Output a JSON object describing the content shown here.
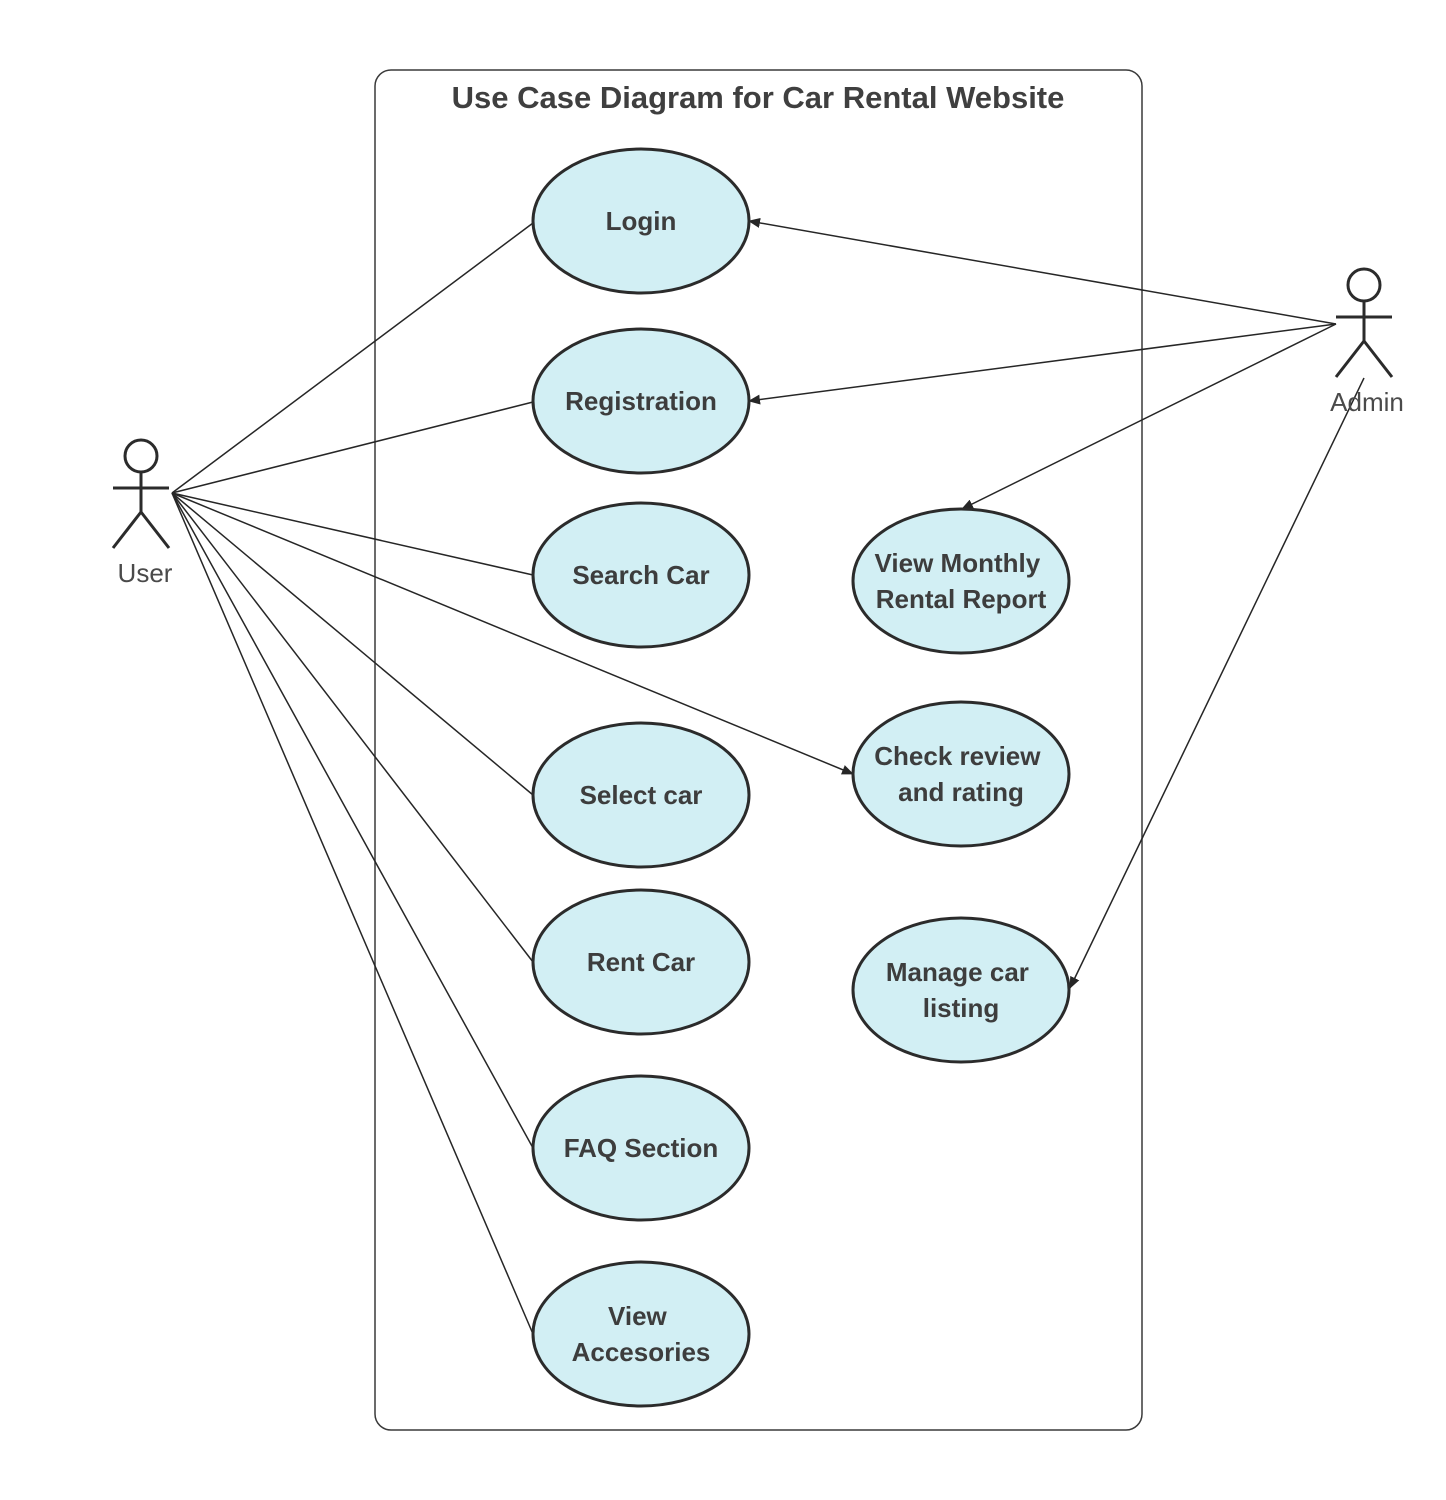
{
  "title": "Use Case Diagram for Car Rental Website",
  "colors": {
    "use_case_fill": "#d2eff4",
    "stroke": "#2b2b2b",
    "text": "#3d3d3d",
    "boundary": "#3a3a3a"
  },
  "actors": {
    "user": {
      "label": "User"
    },
    "admin": {
      "label": "Admin"
    }
  },
  "use_cases": {
    "login": {
      "lines": [
        "Login"
      ]
    },
    "registration": {
      "lines": [
        "Registration"
      ]
    },
    "search_car": {
      "lines": [
        "Search Car"
      ]
    },
    "select_car": {
      "lines": [
        "Select car"
      ]
    },
    "rent_car": {
      "lines": [
        "Rent Car"
      ]
    },
    "faq_section": {
      "lines": [
        "FAQ Section"
      ]
    },
    "view_accessories": {
      "lines": [
        "View",
        "Accesories"
      ]
    },
    "view_monthly_report": {
      "lines": [
        "View Monthly",
        "Rental Report"
      ]
    },
    "check_review": {
      "lines": [
        "Check review",
        "and rating"
      ]
    },
    "manage_listing": {
      "lines": [
        "Manage car",
        "listing"
      ]
    }
  },
  "associations": [
    {
      "from": "user",
      "to": "login",
      "arrow": false
    },
    {
      "from": "user",
      "to": "registration",
      "arrow": false
    },
    {
      "from": "user",
      "to": "search_car",
      "arrow": false
    },
    {
      "from": "user",
      "to": "select_car",
      "arrow": false
    },
    {
      "from": "user",
      "to": "rent_car",
      "arrow": false
    },
    {
      "from": "user",
      "to": "faq_section",
      "arrow": false
    },
    {
      "from": "user",
      "to": "view_accessories",
      "arrow": false
    },
    {
      "from": "user",
      "to": "check_review",
      "arrow": true
    },
    {
      "from": "admin",
      "to": "login",
      "arrow": true
    },
    {
      "from": "admin",
      "to": "registration",
      "arrow": true
    },
    {
      "from": "admin",
      "to": "view_monthly_report",
      "arrow": true
    },
    {
      "from": "admin",
      "to": "manage_listing",
      "arrow": true
    }
  ]
}
